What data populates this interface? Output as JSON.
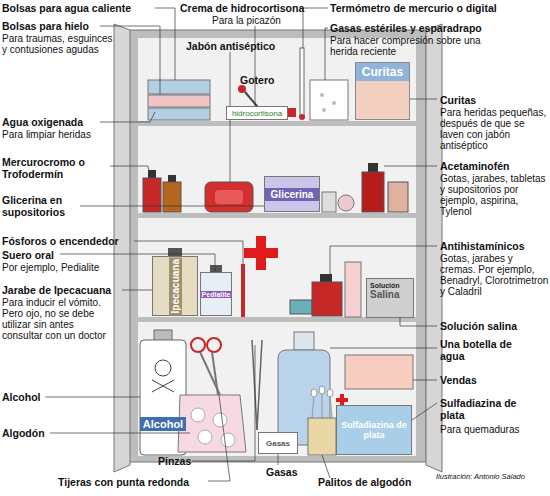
{
  "diagram": {
    "nodes": [
      {
        "text": [
          "hidrocortisona"
        ]
      },
      {
        "text": [
          "Curitas"
        ]
      },
      {
        "text": [
          "Glicerina"
        ]
      },
      {
        "text": [
          "Ipecacuana"
        ]
      },
      {
        "text": [
          "Pedialite"
        ]
      },
      {
        "text": [
          "Solución",
          "Salina"
        ]
      },
      {
        "text": [
          "Alcohol"
        ]
      },
      {
        "text": [
          "Gasas"
        ]
      },
      {
        "text": [
          "Sulfadiazina de plata"
        ]
      }
    ],
    "labels": [
      "Bolsas para agua caliente",
      "Bolsas para hielo",
      "Para traumas, esguinces y contusiones agudas",
      "Crema de hidrocortisona",
      "Para la picazón",
      "Termómetro de mercurio o digital",
      "Gasas estériles y esparadrapo",
      "Para hacer compresión sobre una herida reciente",
      "Jabón antiséptico",
      "Gotero",
      "Curitas",
      "Para heridas pequeñas, después de que se laven con jabón antiséptico",
      "Agua oxigenada",
      "Para limpiar heridas",
      "Acetaminofén",
      "Gotas, jarabes, tabletas y supositorios por ejemplo, aspirina, Tylenol",
      "Mercurocromo o Trofodermín",
      "Glicerina en supositorios",
      "Fósforos o encendedor",
      "Antihistamínicos",
      "Gotas, jarabes y cremas. Por ejemplo, Benadryl, Clorotrimetron y Caladril",
      "Suero oral",
      "Por ejemplo, Pedialite",
      "Jarabe de Ipecacuana",
      "Para inducir el vómito. Pero ojo, no se debe utilizar sin antes consultar con un doctor",
      "Solución salina",
      "Una botella de agua",
      "Alcohol",
      "Vendas",
      "Algodón",
      "Sulfadiazina de plata",
      "Para quemaduras",
      "Pinzas",
      "Gasas",
      "Tijeras con punta redonda",
      "Palitos de algodón",
      "Ilustración: Antonio Salado"
    ]
  }
}
